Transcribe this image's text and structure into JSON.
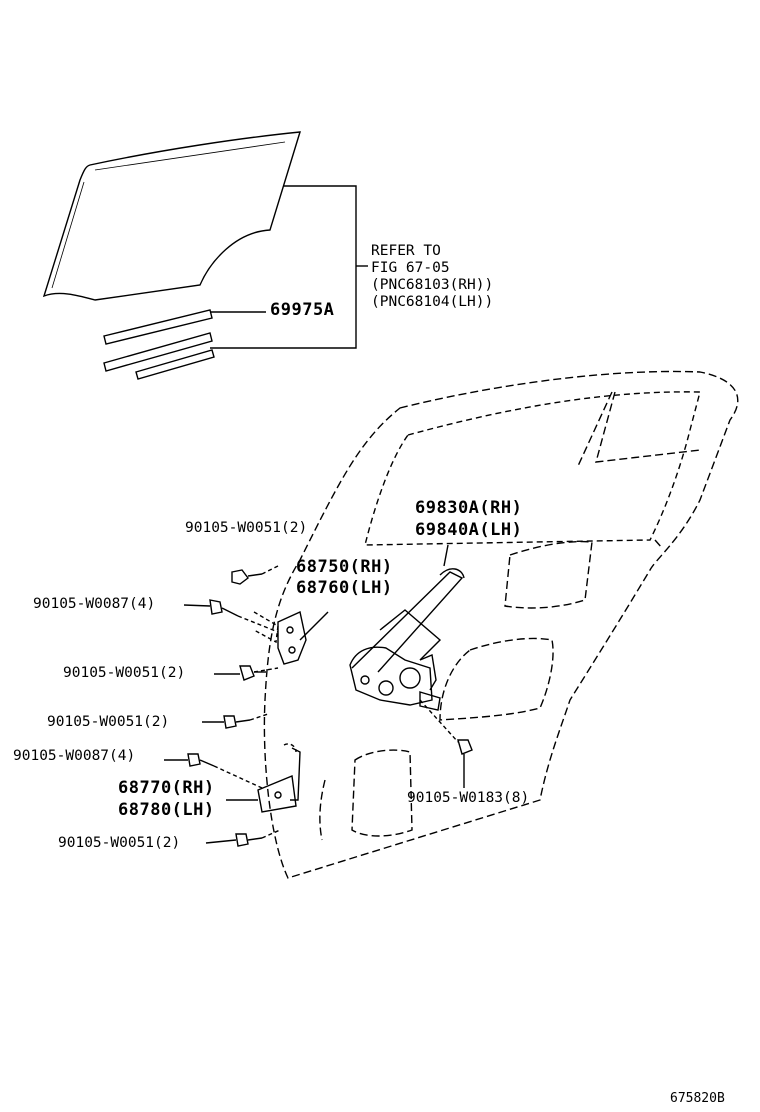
{
  "refer": {
    "line1": "REFER TO",
    "line2": "FIG 67-05",
    "line3": "(PNC68103(RH))",
    "line4": "(PNC68104(LH))"
  },
  "parts": {
    "p69975a": "69975A",
    "p69830a": "69830A(RH)",
    "p69840a": "69840A(LH)",
    "p68750": "68750(RH)",
    "p68760": "68760(LH)",
    "p68770": "68770(RH)",
    "p68780": "68780(LH)"
  },
  "bolts": {
    "b1": "90105-W0051(2)",
    "b2": "90105-W0087(4)",
    "b3": "90105-W0051(2)",
    "b4": "90105-W0051(2)",
    "b5": "90105-W0087(4)",
    "b6": "90105-W0051(2)",
    "b7": "90105-W0183(8)"
  },
  "figure_id": "675820B",
  "colors": {
    "ink": "#000000",
    "paper": "#ffffff"
  }
}
